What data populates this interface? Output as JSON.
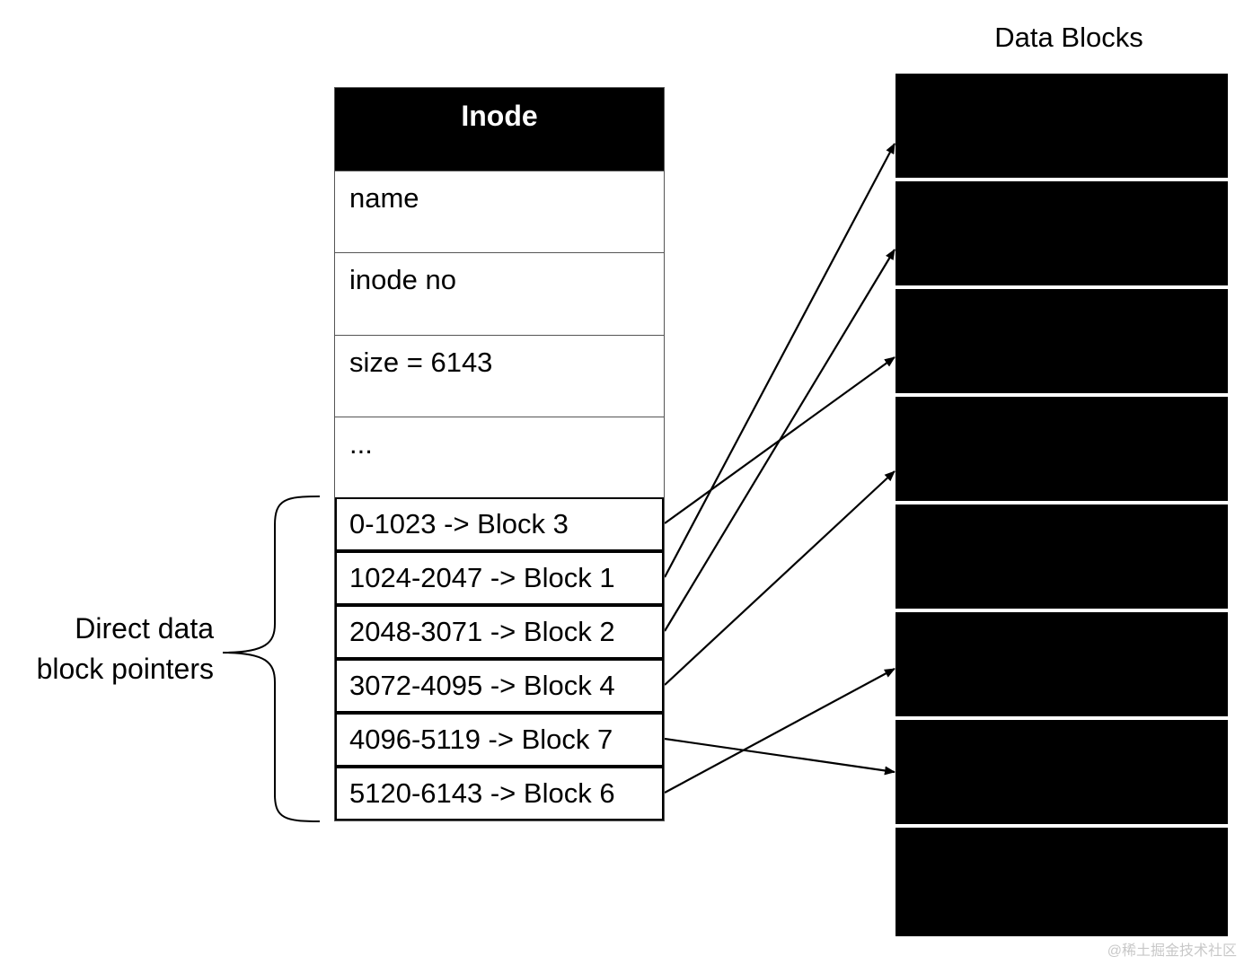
{
  "inode": {
    "title": "Inode",
    "fields": [
      "name",
      "inode no",
      "size = 6143",
      "..."
    ],
    "pointers": [
      {
        "label": "0-1023 -> Block 3",
        "target_block": 3
      },
      {
        "label": "1024-2047 -> Block 1",
        "target_block": 1
      },
      {
        "label": "2048-3071 -> Block 2",
        "target_block": 2
      },
      {
        "label": "3072-4095 -> Block 4",
        "target_block": 4
      },
      {
        "label": "4096-5119 -> Block 7",
        "target_block": 7
      },
      {
        "label": "5120-6143 -> Block 6",
        "target_block": 6
      }
    ]
  },
  "brace_label": "Direct data block pointers",
  "data_blocks": {
    "title": "Data Blocks",
    "count": 8
  },
  "watermark": "@稀土掘金技术社区"
}
